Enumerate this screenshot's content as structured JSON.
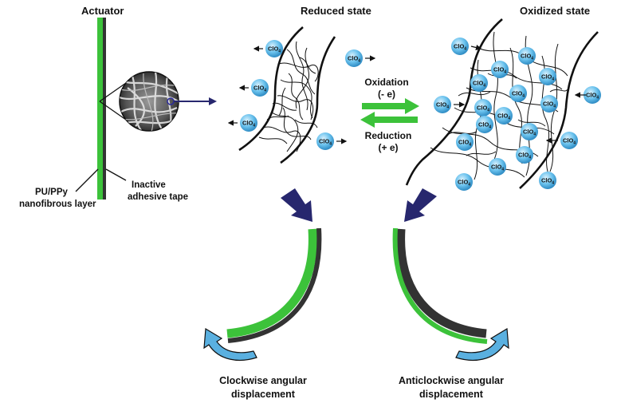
{
  "labels": {
    "actuator": "Actuator",
    "reduced_state": "Reduced state",
    "oxidized_state": "Oxidized state",
    "oxidation": "Oxidation",
    "oxidation_electron": "(- e)",
    "reduction": "Reduction",
    "reduction_electron": "(+ e)",
    "layer_line1": "PU/PPy",
    "layer_line2": "nanofibrous layer",
    "tape_line1": "Inactive",
    "tape_line2": "adhesive tape",
    "clockwise_line1": "Clockwise angular",
    "clockwise_line2": "displacement",
    "anticlockwise_line1": "Anticlockwise angular",
    "anticlockwise_line2": "displacement"
  },
  "ion": {
    "base": "ClO",
    "subscript": "4"
  },
  "colors": {
    "green": "#3cc23a",
    "dark_strip": "#333333",
    "navy_arrow": "#27276e",
    "ion_fill": "#5ab8e6",
    "rotation_arrow": "#5ab0e0"
  },
  "icons": {
    "sem_inset": "sem-micrograph-inset",
    "ion": "perchlorate-ion-bubble"
  }
}
